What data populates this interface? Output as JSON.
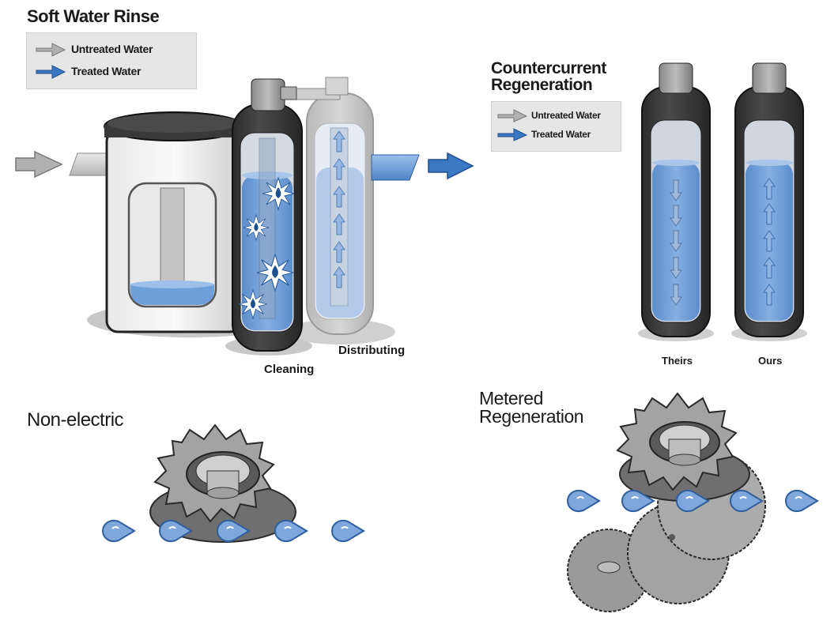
{
  "sections": {
    "soft_water_rinse": {
      "title": "Soft Water Rinse",
      "legend": {
        "untreated": "Untreated Water",
        "treated": "Treated Water"
      },
      "labels": {
        "cleaning": "Cleaning",
        "distributing": "Distributing"
      }
    },
    "countercurrent": {
      "title_line1": "Countercurrent",
      "title_line2": "Regeneration",
      "legend": {
        "untreated": "Untreated Water",
        "treated": "Treated Water"
      },
      "labels": {
        "theirs": "Theirs",
        "ours": "Ours"
      }
    },
    "non_electric": {
      "title": "Non-electric"
    },
    "metered": {
      "title_line1": "Metered",
      "title_line2": "Regeneration"
    }
  },
  "colors": {
    "untreated_arrow": "#a9a9a9",
    "treated_arrow": "#3b78c4",
    "water": "#6f9fd8",
    "tank_dark": "#3a3a3a",
    "tank_light": "#d9d9d9",
    "gear": "#8c8c8c",
    "drop": "#7fa7dc"
  },
  "icons": {
    "untreated": "gray-arrow-icon",
    "treated": "blue-arrow-icon",
    "drop": "water-drop-icon",
    "gear": "gear-icon"
  }
}
